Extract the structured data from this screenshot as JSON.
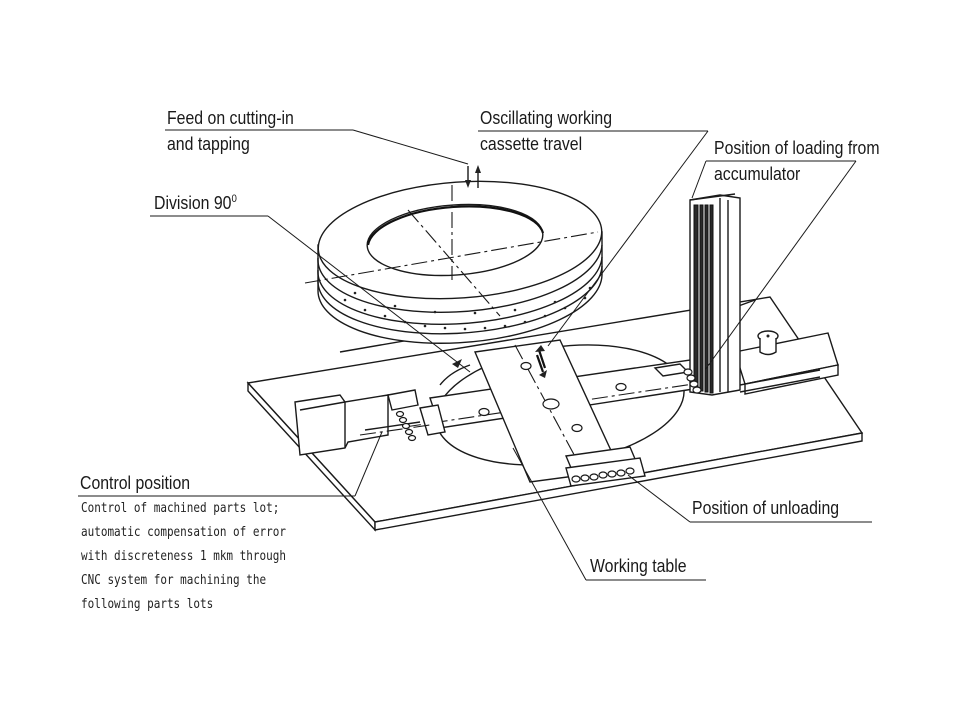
{
  "slide": {
    "background": "#ffffff",
    "ink_color": "#1a1a1a"
  },
  "labels": {
    "feed": {
      "line1": "Feed on cutting-in",
      "line2": "and tapping"
    },
    "oscillating": {
      "line1": "Oscillating working",
      "line2": "cassette travel"
    },
    "loading": {
      "line1": "Position of loading from",
      "line2": "accumulator"
    },
    "division": {
      "text": "Division 90",
      "superscript": "0"
    },
    "control": {
      "title": "Control position",
      "description": [
        "Control of machined parts lot;",
        "automatic compensation of error",
        "with discreteness 1 mkm through",
        "CNC system for machining the",
        "following parts lots"
      ]
    },
    "unloading": {
      "text": "Position of unloading"
    },
    "working_table": {
      "text": "Working table"
    }
  },
  "components": [
    "grinding-wheel",
    "base-plate",
    "rotary-working-table",
    "cross-cassette-carrier",
    "control-gauge-unit",
    "loading-accumulator",
    "unloading-slide"
  ]
}
